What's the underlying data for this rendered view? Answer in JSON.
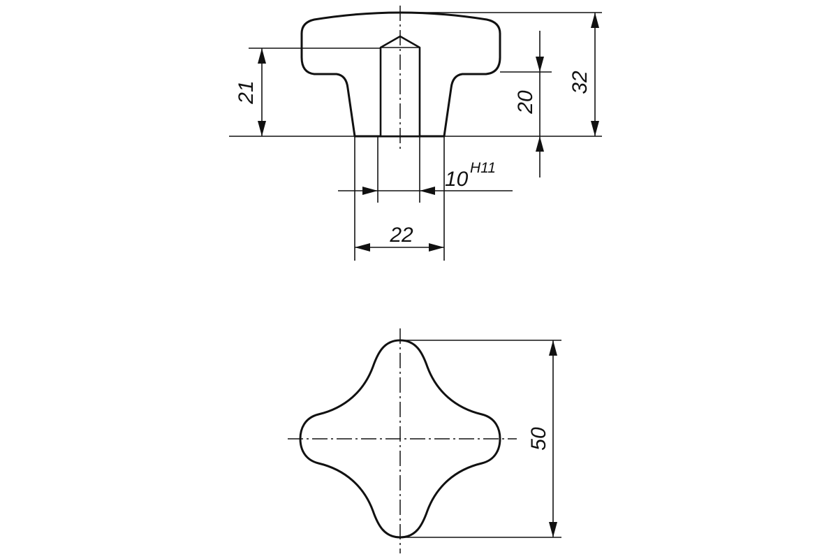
{
  "drawing": {
    "dimensions": {
      "height_total": "32",
      "height_hub": "21",
      "bore_depth": "20",
      "hub_diameter": "22",
      "bore_diameter": "10",
      "bore_tolerance": "H11",
      "overall_diameter": "50"
    }
  }
}
